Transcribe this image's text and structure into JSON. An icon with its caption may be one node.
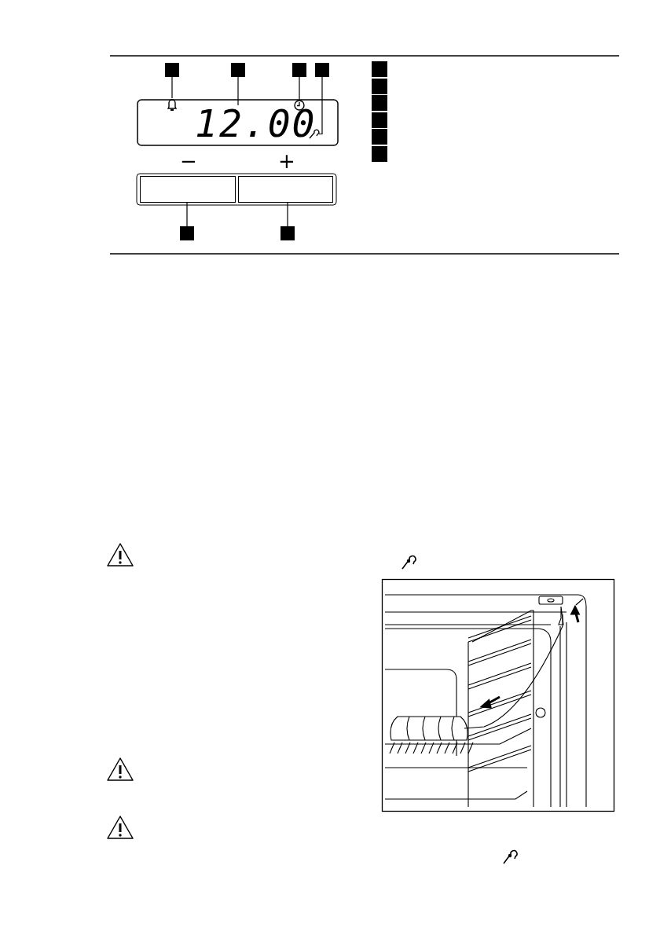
{
  "diagram": {
    "nodes": [
      {
        "text": [],
        "shape": "box"
      },
      {
        "text": [],
        "shape": "box"
      },
      {
        "text": [],
        "shape": "box"
      },
      {
        "text": [],
        "shape": "box"
      },
      {
        "text": [],
        "shape": "box"
      },
      {
        "text": [],
        "shape": "box"
      },
      {
        "text": [],
        "shape": "bell"
      },
      {
        "text": [
          "12.00"
        ]
      },
      {
        "text": [],
        "shape": "clock"
      },
      {
        "text": [],
        "shape": "probe"
      },
      {
        "text": [],
        "shape": "box"
      },
      {
        "text": [],
        "shape": "box"
      },
      {
        "text": [],
        "shape": "box"
      },
      {
        "text": [],
        "shape": "box"
      },
      {
        "text": [],
        "shape": "box"
      },
      {
        "text": [],
        "shape": "box"
      },
      {
        "text": [],
        "shape": "box"
      },
      {
        "text": [],
        "shape": "box"
      }
    ],
    "edges": [
      {
        "from": 0,
        "to": 6,
        "arrow": "none"
      },
      {
        "from": 1,
        "to": 7,
        "arrow": "none"
      },
      {
        "from": 2,
        "to": 8,
        "arrow": "none"
      },
      {
        "from": 3,
        "to": 9,
        "arrow": "none"
      },
      {
        "from": 4,
        "to": 10,
        "arrow": "none"
      },
      {
        "from": 5,
        "to": 11,
        "arrow": "none"
      }
    ],
    "labels": [
      "−",
      "+"
    ]
  }
}
